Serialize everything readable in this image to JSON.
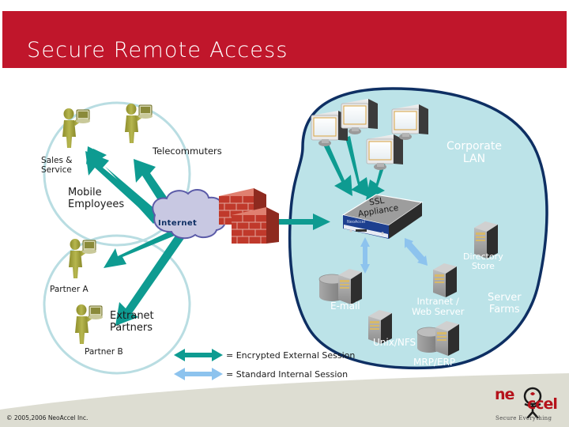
{
  "slide": {
    "title": "Secure Remote Access",
    "copyright": "© 2005,2006 NeoAccel Inc."
  },
  "colors": {
    "banner_red": "#C0162B",
    "title_text": "#FFFFFF",
    "lan_fill": "#BCE3E8",
    "lan_border": "#0E2F63",
    "user_circle": "#B9DDE2",
    "encrypted_arrow": "#0E9B91",
    "internal_arrow": "#8DC3EE",
    "internet_cloud_fill": "#C8C8E2",
    "internet_cloud_border": "#5B5BA8",
    "firewall_brick": "#C0392B",
    "person_body": "#9A9A36",
    "server_body": "#9B9B9B",
    "logo_red": "#B5121B"
  },
  "zones": {
    "mobile_employees": {
      "label": "Mobile\nEmployees",
      "users": [
        {
          "label": "Sales &\nService",
          "icon": "person-with-laptop-icon"
        },
        {
          "label": "Telecommuters",
          "icon": "person-with-laptop-icon"
        }
      ]
    },
    "extranet": {
      "label": "Extranet\nPartners",
      "users": [
        {
          "label": "Partner A",
          "icon": "person-with-laptop-icon"
        },
        {
          "label": "Partner B",
          "icon": "person-with-laptop-icon"
        }
      ]
    },
    "internet": {
      "label": "Internet",
      "icon": "cloud-icon"
    },
    "firewall": {
      "icon": "brick-wall-icon",
      "count": 2
    },
    "corporate_lan": {
      "label": "Corporate\nLAN",
      "appliance": {
        "label": "SSL\nAppliance",
        "icon": "ssl-appliance-icon"
      },
      "workstations": {
        "icon": "crt-monitor-icon",
        "count": 4
      },
      "server_farms_label": "Server\nFarms",
      "servers": [
        {
          "label": "E-mail",
          "icon": "server-with-disk-icon"
        },
        {
          "label": "Unix/NFS",
          "icon": "server-icon"
        },
        {
          "label": "MRP/ERP",
          "icon": "server-with-disk-icon"
        },
        {
          "label": "Intranet /\nWeb Server",
          "icon": "server-icon"
        },
        {
          "label": "Directory\nStore",
          "icon": "server-icon"
        }
      ]
    }
  },
  "legend": {
    "items": [
      {
        "icon": "double-arrow-icon",
        "color": "#0E9B91",
        "text": "= Encrypted External Session"
      },
      {
        "icon": "double-arrow-icon",
        "color": "#8DC3EE",
        "text": "= Standard Internal Session"
      }
    ]
  },
  "logo": {
    "word_a": "ne",
    "word_b": "ccel",
    "tagline": "Secure Everything"
  }
}
